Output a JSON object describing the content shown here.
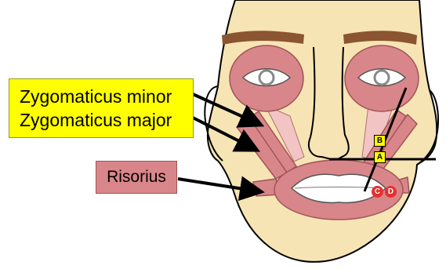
{
  "labels": {
    "zygomaticus_minor": "Zygomaticus minor",
    "zygomaticus_major": "Zygomaticus major",
    "risorius": "Risorius"
  },
  "markers": {
    "a": "A",
    "b": "B",
    "c": "C",
    "d": "D"
  },
  "colors": {
    "skin": "#f7e4b4",
    "muscle": "#d9868a",
    "muscle_light": "#f2c4c4",
    "brow": "#8a5530",
    "label_yellow": "#ffff00",
    "marker_red": "#e53030"
  }
}
